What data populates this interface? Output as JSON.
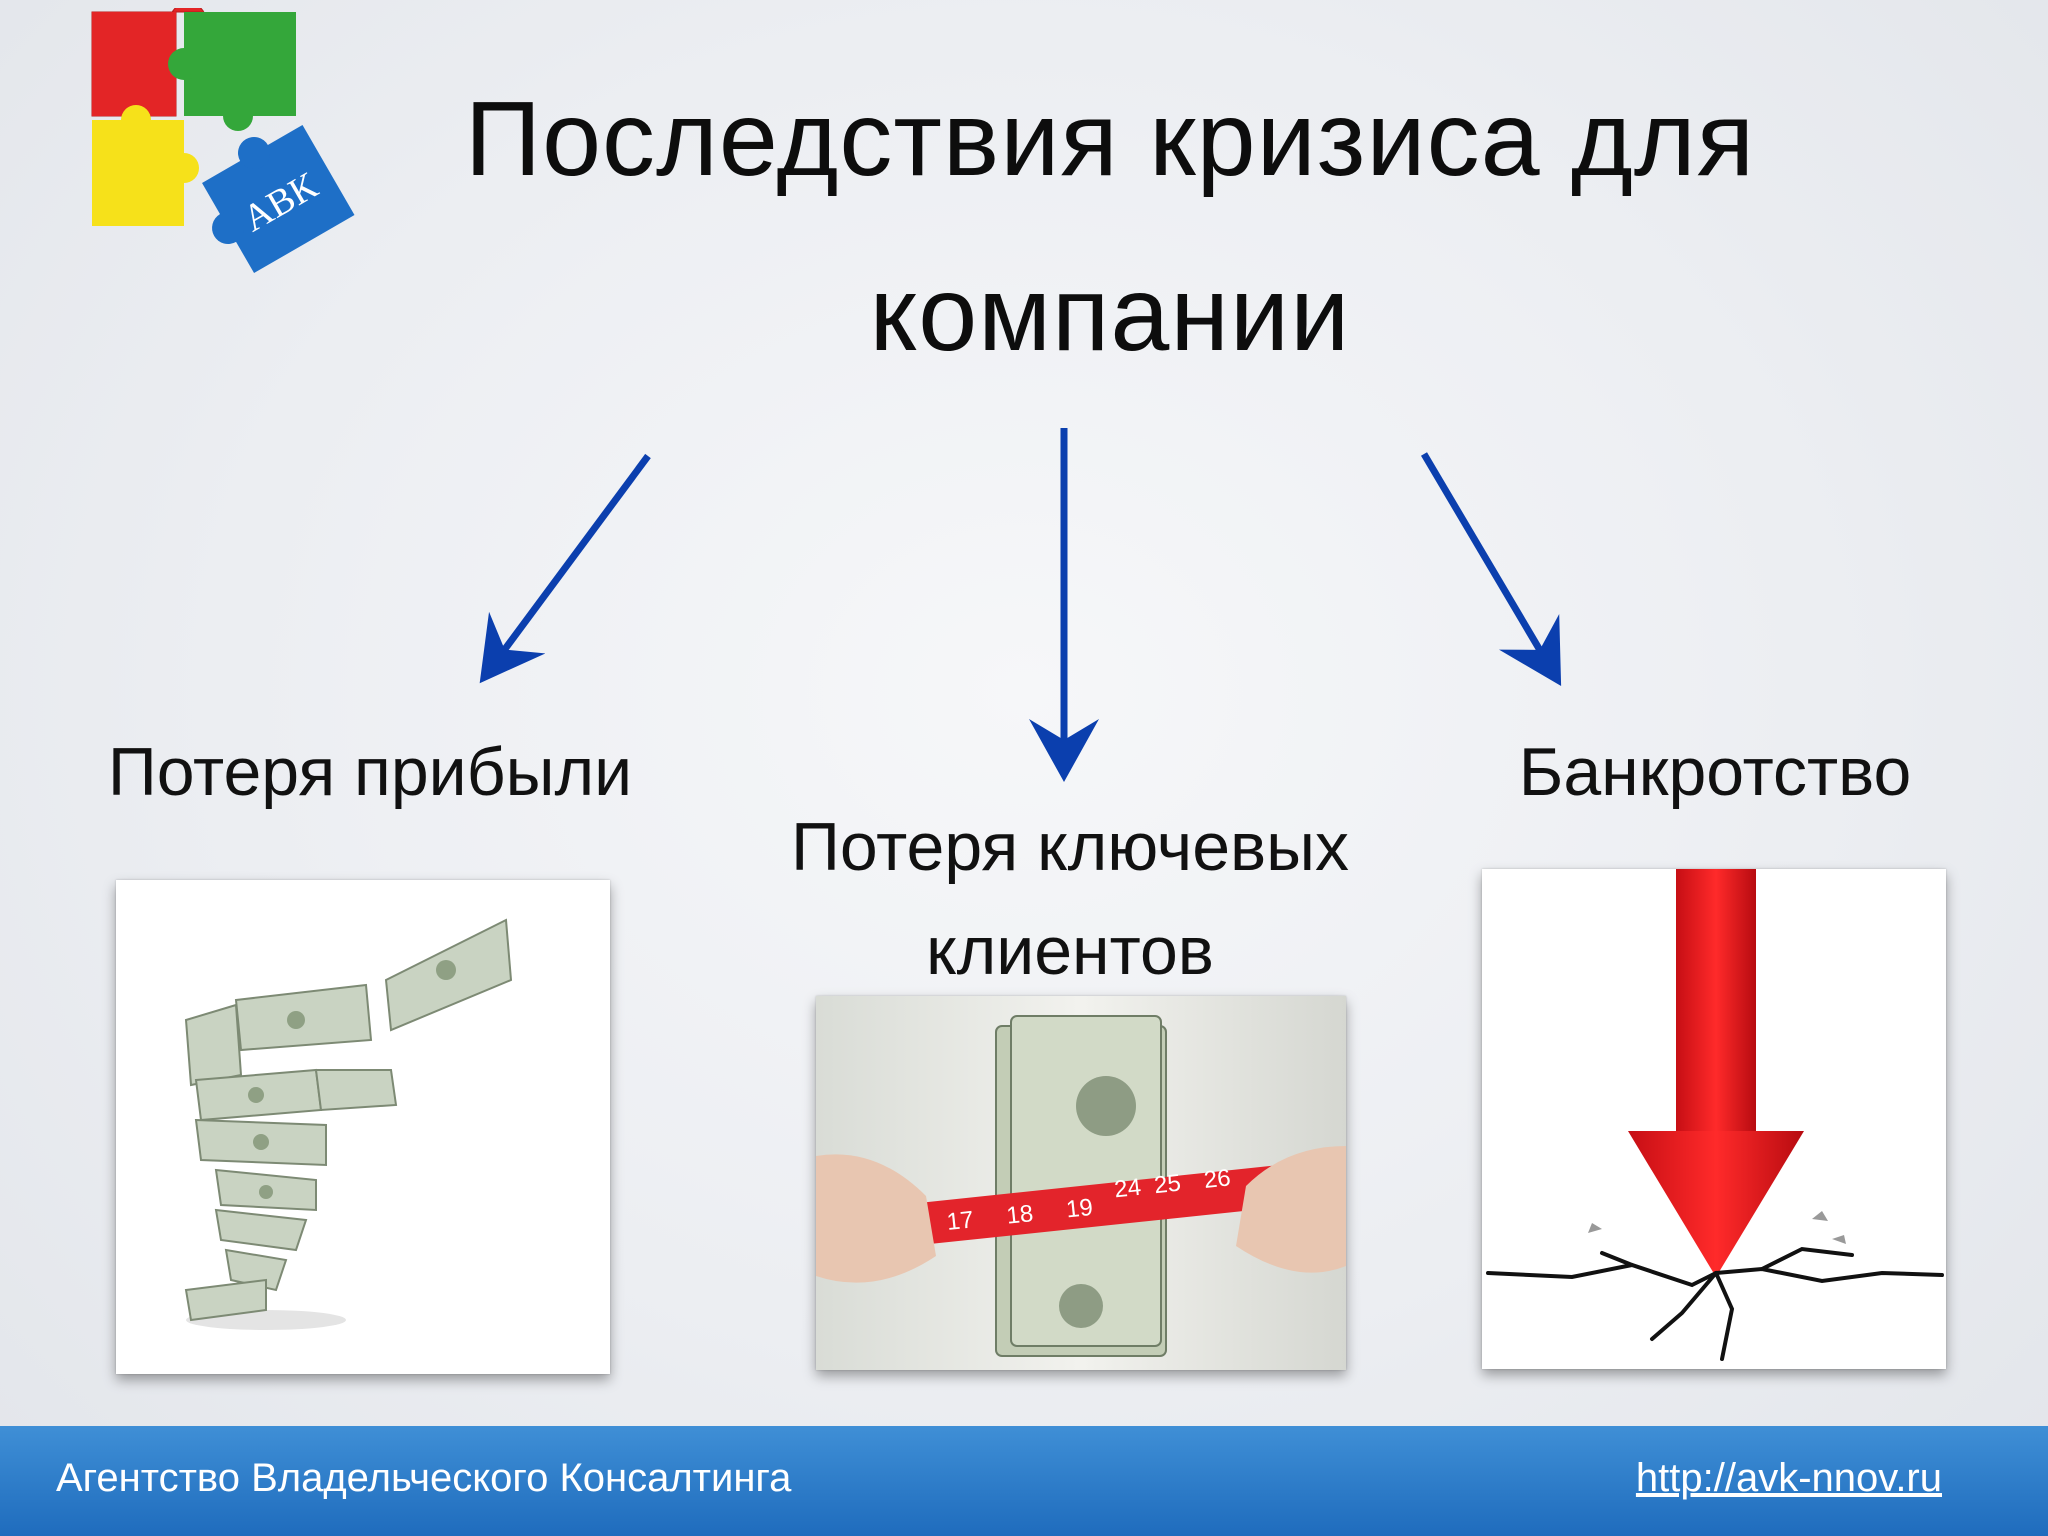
{
  "slide": {
    "title_line1": "Последствия кризиса для",
    "title_line2": "компании",
    "logo_text": "АВК"
  },
  "outcomes": [
    {
      "label": "Потеря прибыли",
      "image": "money-tornado"
    },
    {
      "label_line1": "Потеря ключевых",
      "label_line2": "клиентов",
      "image": "money-measuring-tape"
    },
    {
      "label": "Банкротство",
      "image": "red-arrow-crack"
    }
  ],
  "footer": {
    "company": "Агентство Владельческого Консалтинга",
    "url": "http://avk-nnov.ru"
  },
  "colors": {
    "arrow": "#0b3fae",
    "footer": "#2a7ac8",
    "puzzle_red": "#e32526",
    "puzzle_green": "#34a73a",
    "puzzle_yellow": "#f6e11a",
    "puzzle_blue": "#1e6fc7"
  }
}
